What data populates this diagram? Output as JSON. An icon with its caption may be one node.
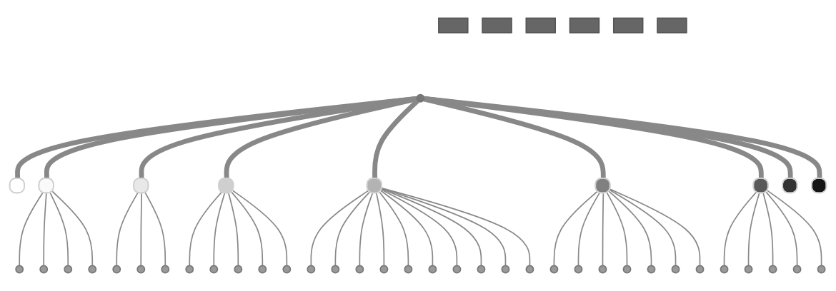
{
  "diagram": {
    "nodes": [
      {
        "text": [],
        "shape": "circle"
      },
      {
        "text": [],
        "shape": "box"
      },
      {
        "text": [],
        "shape": "box"
      },
      {
        "text": [],
        "shape": "box"
      },
      {
        "text": [],
        "shape": "box"
      },
      {
        "text": [],
        "shape": "box"
      },
      {
        "text": [],
        "shape": "box"
      },
      {
        "text": [],
        "shape": "box"
      },
      {
        "text": [],
        "shape": "box"
      },
      {
        "text": [],
        "shape": "box"
      },
      {
        "text": [],
        "shape": "circle"
      },
      {
        "text": [],
        "shape": "circle"
      },
      {
        "text": [],
        "shape": "circle"
      },
      {
        "text": [],
        "shape": "circle"
      },
      {
        "text": [],
        "shape": "circle"
      },
      {
        "text": [],
        "shape": "circle"
      },
      {
        "text": [],
        "shape": "circle"
      },
      {
        "text": [],
        "shape": "circle"
      },
      {
        "text": [],
        "shape": "circle"
      },
      {
        "text": [],
        "shape": "circle"
      },
      {
        "text": [],
        "shape": "circle"
      },
      {
        "text": [],
        "shape": "circle"
      },
      {
        "text": [],
        "shape": "circle"
      },
      {
        "text": [],
        "shape": "circle"
      },
      {
        "text": [],
        "shape": "circle"
      },
      {
        "text": [],
        "shape": "circle"
      },
      {
        "text": [],
        "shape": "circle"
      },
      {
        "text": [],
        "shape": "circle"
      },
      {
        "text": [],
        "shape": "circle"
      },
      {
        "text": [],
        "shape": "circle"
      },
      {
        "text": [],
        "shape": "circle"
      },
      {
        "text": [],
        "shape": "circle"
      },
      {
        "text": [],
        "shape": "circle"
      },
      {
        "text": [],
        "shape": "circle"
      },
      {
        "text": [],
        "shape": "circle"
      },
      {
        "text": [],
        "shape": "circle"
      },
      {
        "text": [],
        "shape": "circle"
      },
      {
        "text": [],
        "shape": "circle"
      },
      {
        "text": [],
        "shape": "circle"
      },
      {
        "text": [],
        "shape": "circle"
      },
      {
        "text": [],
        "shape": "circle"
      },
      {
        "text": [],
        "shape": "circle"
      },
      {
        "text": [],
        "shape": "circle"
      },
      {
        "text": [],
        "shape": "circle"
      },
      {
        "text": [],
        "shape": "bar"
      },
      {
        "text": [],
        "shape": "bar"
      },
      {
        "text": [],
        "shape": "bar"
      },
      {
        "text": [],
        "shape": "bar"
      },
      {
        "text": [],
        "shape": "bar"
      },
      {
        "text": [],
        "shape": "bar"
      }
    ],
    "edges": [
      {
        "from": 0,
        "to": 1,
        "arrow": "none",
        "style": "thick"
      },
      {
        "from": 0,
        "to": 2,
        "arrow": "none",
        "style": "thick"
      },
      {
        "from": 0,
        "to": 3,
        "arrow": "none",
        "style": "thick"
      },
      {
        "from": 0,
        "to": 4,
        "arrow": "none",
        "style": "thick"
      },
      {
        "from": 0,
        "to": 5,
        "arrow": "none",
        "style": "thick"
      },
      {
        "from": 0,
        "to": 6,
        "arrow": "none",
        "style": "thick"
      },
      {
        "from": 0,
        "to": 7,
        "arrow": "none",
        "style": "thick"
      },
      {
        "from": 0,
        "to": 8,
        "arrow": "none",
        "style": "thick"
      },
      {
        "from": 0,
        "to": 9,
        "arrow": "none",
        "style": "thick"
      },
      {
        "from": 2,
        "to": 10,
        "arrow": "none"
      },
      {
        "from": 2,
        "to": 11,
        "arrow": "none"
      },
      {
        "from": 2,
        "to": 12,
        "arrow": "none"
      },
      {
        "from": 2,
        "to": 13,
        "arrow": "none"
      },
      {
        "from": 3,
        "to": 14,
        "arrow": "none"
      },
      {
        "from": 3,
        "to": 15,
        "arrow": "none"
      },
      {
        "from": 3,
        "to": 16,
        "arrow": "none"
      },
      {
        "from": 4,
        "to": 17,
        "arrow": "none"
      },
      {
        "from": 4,
        "to": 18,
        "arrow": "none"
      },
      {
        "from": 4,
        "to": 19,
        "arrow": "none"
      },
      {
        "from": 4,
        "to": 20,
        "arrow": "none"
      },
      {
        "from": 4,
        "to": 21,
        "arrow": "none"
      },
      {
        "from": 5,
        "to": 22,
        "arrow": "none"
      },
      {
        "from": 5,
        "to": 23,
        "arrow": "none"
      },
      {
        "from": 5,
        "to": 24,
        "arrow": "none"
      },
      {
        "from": 5,
        "to": 25,
        "arrow": "none"
      },
      {
        "from": 5,
        "to": 26,
        "arrow": "none"
      },
      {
        "from": 5,
        "to": 27,
        "arrow": "none"
      },
      {
        "from": 5,
        "to": 28,
        "arrow": "none"
      },
      {
        "from": 5,
        "to": 29,
        "arrow": "none"
      },
      {
        "from": 5,
        "to": 30,
        "arrow": "none"
      },
      {
        "from": 5,
        "to": 31,
        "arrow": "none"
      },
      {
        "from": 6,
        "to": 32,
        "arrow": "none"
      },
      {
        "from": 6,
        "to": 33,
        "arrow": "none"
      },
      {
        "from": 6,
        "to": 34,
        "arrow": "none"
      },
      {
        "from": 6,
        "to": 35,
        "arrow": "none"
      },
      {
        "from": 6,
        "to": 36,
        "arrow": "none"
      },
      {
        "from": 6,
        "to": 37,
        "arrow": "none"
      },
      {
        "from": 6,
        "to": 38,
        "arrow": "none"
      },
      {
        "from": 7,
        "to": 39,
        "arrow": "none"
      },
      {
        "from": 7,
        "to": 40,
        "arrow": "none"
      },
      {
        "from": 7,
        "to": 41,
        "arrow": "none"
      },
      {
        "from": 7,
        "to": 42,
        "arrow": "none"
      },
      {
        "from": 7,
        "to": 43,
        "arrow": "none"
      }
    ]
  }
}
